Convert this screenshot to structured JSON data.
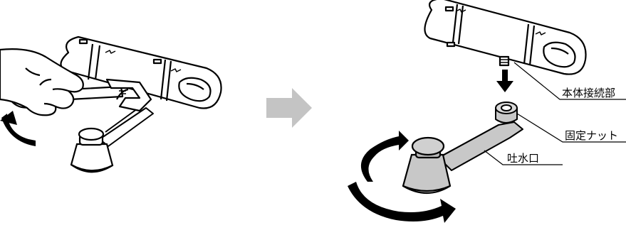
{
  "labels": {
    "body_connection": "本体接続部",
    "fixing_nut": "固定ナット",
    "spout": "吐水口"
  },
  "colors": {
    "line": "#000000",
    "outline_fill": "#ffffff",
    "spout_fill": "#c8c8c8",
    "spout_dark": "#a8a8a8",
    "step_arrow": "#c4c4c4",
    "rotation_arrow": "#000000"
  },
  "icons": {
    "step_arrow": "right-arrow",
    "left_rotation": "counterclockwise-arrow",
    "right_rotation": "rotation-arrow"
  }
}
